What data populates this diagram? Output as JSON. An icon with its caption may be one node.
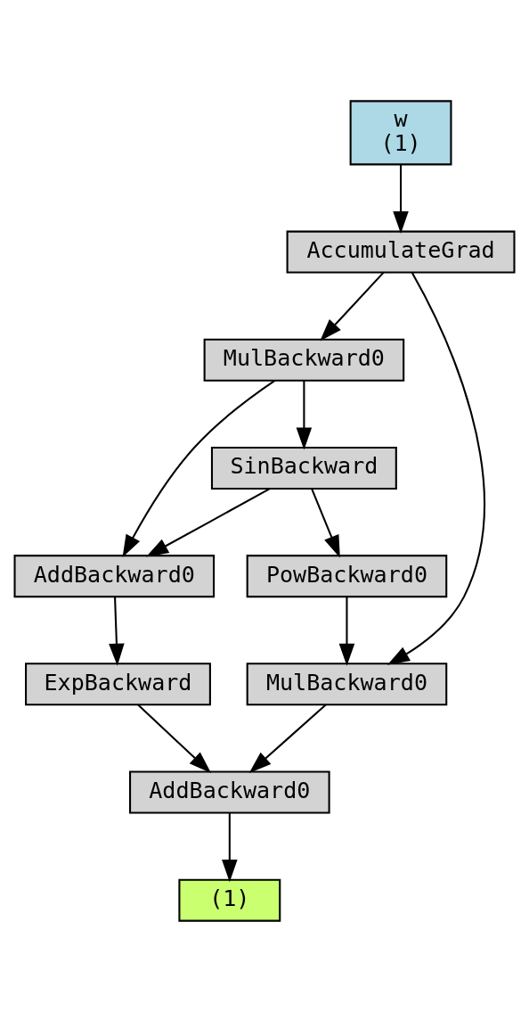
{
  "diagram": {
    "nodes": [
      {
        "text": [
          "w",
          "(1)"
        ]
      },
      {
        "text": [
          "AccumulateGrad"
        ]
      },
      {
        "text": [
          "MulBackward0"
        ]
      },
      {
        "text": [
          "SinBackward"
        ]
      },
      {
        "text": [
          "AddBackward0"
        ]
      },
      {
        "text": [
          "PowBackward0"
        ]
      },
      {
        "text": [
          "ExpBackward"
        ]
      },
      {
        "text": [
          "MulBackward0"
        ]
      },
      {
        "text": [
          "AddBackward0"
        ]
      },
      {
        "text": [
          "(1)"
        ]
      }
    ],
    "edges": [
      {
        "from": 0,
        "to": 1,
        "arrow": "to"
      },
      {
        "from": 1,
        "to": 2,
        "arrow": "to"
      },
      {
        "from": 1,
        "to": 7,
        "arrow": "to"
      },
      {
        "from": 2,
        "to": 3,
        "arrow": "to"
      },
      {
        "from": 2,
        "to": 4,
        "arrow": "to"
      },
      {
        "from": 3,
        "to": 4,
        "arrow": "to"
      },
      {
        "from": 3,
        "to": 5,
        "arrow": "to"
      },
      {
        "from": 4,
        "to": 6,
        "arrow": "to"
      },
      {
        "from": 5,
        "to": 7,
        "arrow": "to"
      },
      {
        "from": 6,
        "to": 8,
        "arrow": "to"
      },
      {
        "from": 7,
        "to": 8,
        "arrow": "to"
      },
      {
        "from": 8,
        "to": 9,
        "arrow": "to"
      }
    ]
  }
}
